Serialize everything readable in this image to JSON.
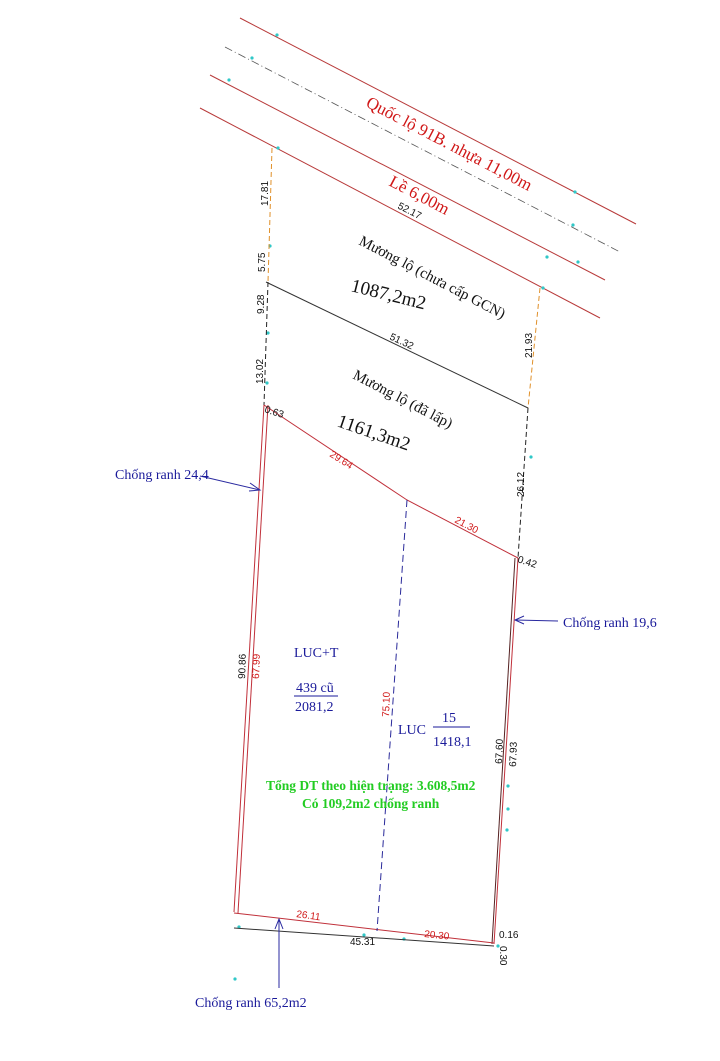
{
  "road": {
    "name": "Quốc lộ 91B. nhựa 11,00m",
    "shoulder": "Lề 6,00m"
  },
  "areas": {
    "canal_unissued": {
      "label": "Mương lộ (chưa cấp GCN)",
      "area": "1087,2m2"
    },
    "canal_filled": {
      "label": "Mương lộ (đã lấp)",
      "area": "1161,3m2"
    },
    "parcel_left": {
      "type": "LUC+T",
      "number": "439 cũ",
      "area": "2081,2"
    },
    "parcel_right": {
      "type": "LUC",
      "number": "15",
      "area": "1418,1"
    }
  },
  "summary": {
    "line1": "Tổng DT theo hiện trạng: 3.608,5m2",
    "line2": "Có 109,2m2 chống ranh"
  },
  "annotations": {
    "left": "Chống ranh 24,4",
    "right": "Chống ranh 19,6",
    "bottom": "Chống ranh 65,2m2"
  },
  "dimensions": {
    "d_52_17": "52.17",
    "d_17_81": "17.81",
    "d_5_75": "5.75",
    "d_9_28": "9.28",
    "d_13_02": "13.02",
    "d_51_32": "51.32",
    "d_21_93": "21.93",
    "d_0_63": "0.63",
    "d_29_64": "29.64",
    "d_21_30": "21.30",
    "d_26_12": "26.12",
    "d_0_42": "0.42",
    "d_90_86": "90.86",
    "d_67_99": "67.99",
    "d_75_10": "75.10",
    "d_67_60": "67.60",
    "d_67_93": "67.93",
    "d_26_11": "26.11",
    "d_20_30": "20.30",
    "d_45_31": "45.31",
    "d_0_16": "0.16",
    "d_0_30": "0.30"
  },
  "colors": {
    "road_line": "#b83a3a",
    "boundary": "#c0303a",
    "blue_text": "#1a1a9a",
    "green_text": "#22cc22",
    "red_text": "#d01818",
    "orange_dash": "#e0902a",
    "survey_point": "#30c8c8"
  }
}
